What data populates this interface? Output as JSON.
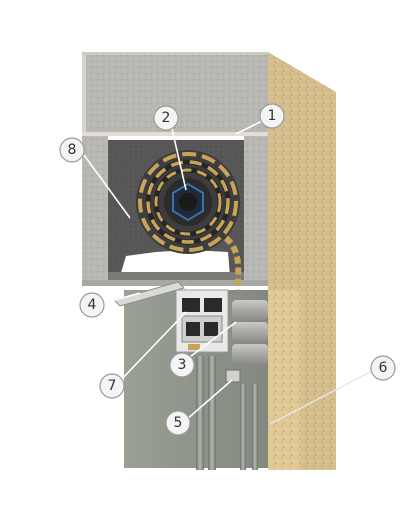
{
  "callouts": {
    "c1": "1",
    "c2": "2",
    "c3": "3",
    "c4": "4",
    "c5": "5",
    "c6": "6",
    "c7": "7",
    "c8": "8"
  },
  "colors": {
    "insulation": "#e2cc98",
    "concrete": "#b9b9b6",
    "foam_box": "#5a5a5a",
    "shutter": "#8f948b",
    "spring_gold": "#caa35a",
    "callout_fill": "#f4f4f4"
  }
}
